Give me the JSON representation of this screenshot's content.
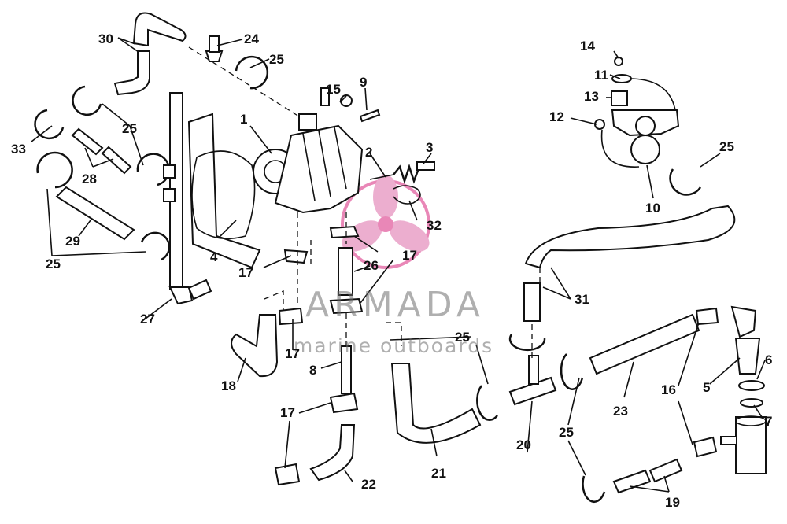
{
  "watermark": {
    "title": "ARMADA",
    "subtitle": "marine outboards",
    "accent_color": "#e0559a"
  },
  "callouts": {
    "c1": "1",
    "c2": "2",
    "c3": "3",
    "c4": "4",
    "c5": "5",
    "c6": "6",
    "c7": "7",
    "c8": "8",
    "c9": "9",
    "c10": "10",
    "c11": "11",
    "c12": "12",
    "c13": "13",
    "c14": "14",
    "c15": "15",
    "c16": "16",
    "c17a": "17",
    "c17b": "17",
    "c17c": "17",
    "c17d": "17",
    "c18": "18",
    "c19": "19",
    "c20": "20",
    "c21": "21",
    "c22": "22",
    "c23": "23",
    "c24": "24",
    "c25a": "25",
    "c25b": "25",
    "c25c": "25",
    "c25d": "25",
    "c25e": "25",
    "c25f": "25",
    "c26": "26",
    "c27": "27",
    "c28": "28",
    "c29": "29",
    "c30": "30",
    "c31": "31",
    "c32": "32",
    "c33": "33"
  }
}
